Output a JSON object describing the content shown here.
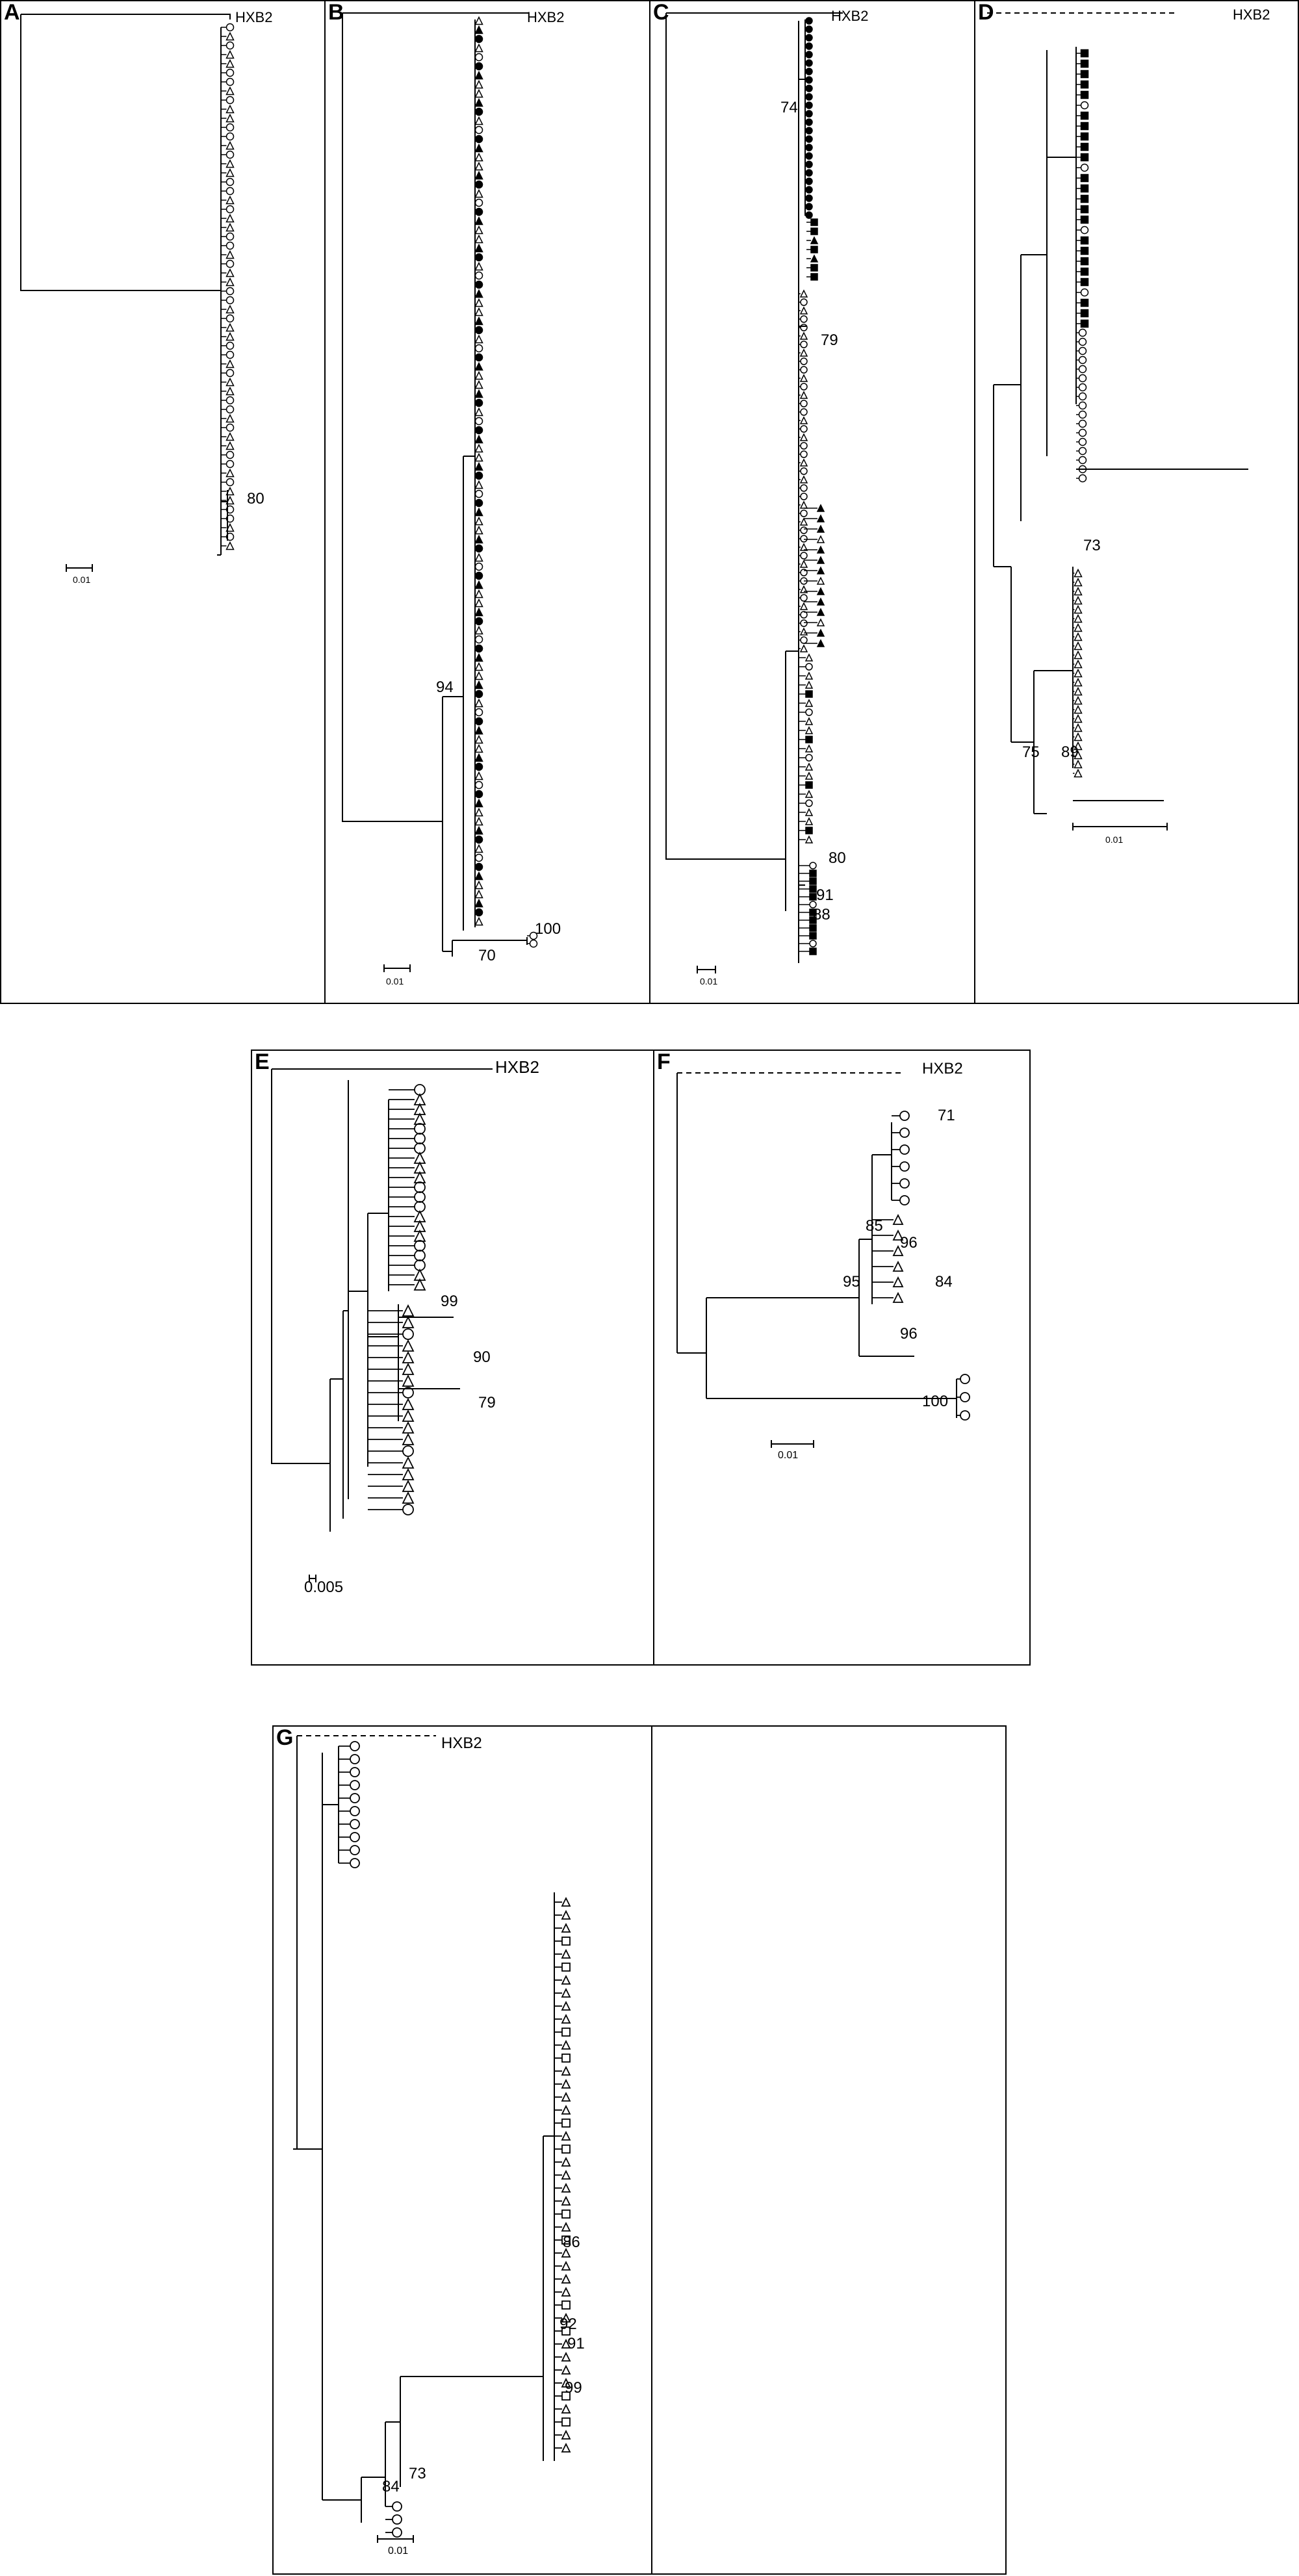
{
  "figure": {
    "panels": [
      {
        "id": "A",
        "label": "A",
        "reference": "HXB2",
        "scale_label": "0.01",
        "bootstrap": [
          "80"
        ]
      },
      {
        "id": "B",
        "label": "B",
        "reference": "HXB2",
        "scale_label": "0.01",
        "bootstrap": [
          "94",
          "100",
          "70"
        ]
      },
      {
        "id": "C",
        "label": "C",
        "reference": "HXB2",
        "scale_label": "0.01",
        "bootstrap": [
          "74",
          "79",
          "80",
          "91",
          "88"
        ]
      },
      {
        "id": "D",
        "label": "D",
        "reference": "HXB2",
        "scale_label": "0.01",
        "bootstrap": [
          "73",
          "75",
          "89"
        ]
      },
      {
        "id": "E",
        "label": "E",
        "reference": "HXB2",
        "scale_label": "0.005",
        "bootstrap": [
          "99",
          "90",
          "79"
        ]
      },
      {
        "id": "F",
        "label": "F",
        "reference": "HXB2",
        "scale_label": "0.01",
        "bootstrap": [
          "71",
          "85",
          "96",
          "95",
          "84",
          "96",
          "100"
        ]
      },
      {
        "id": "G",
        "label": "G",
        "reference": "HXB2",
        "scale_label": "0.01",
        "bootstrap": [
          "86",
          "92",
          "91",
          "99",
          "73",
          "84"
        ]
      }
    ]
  }
}
